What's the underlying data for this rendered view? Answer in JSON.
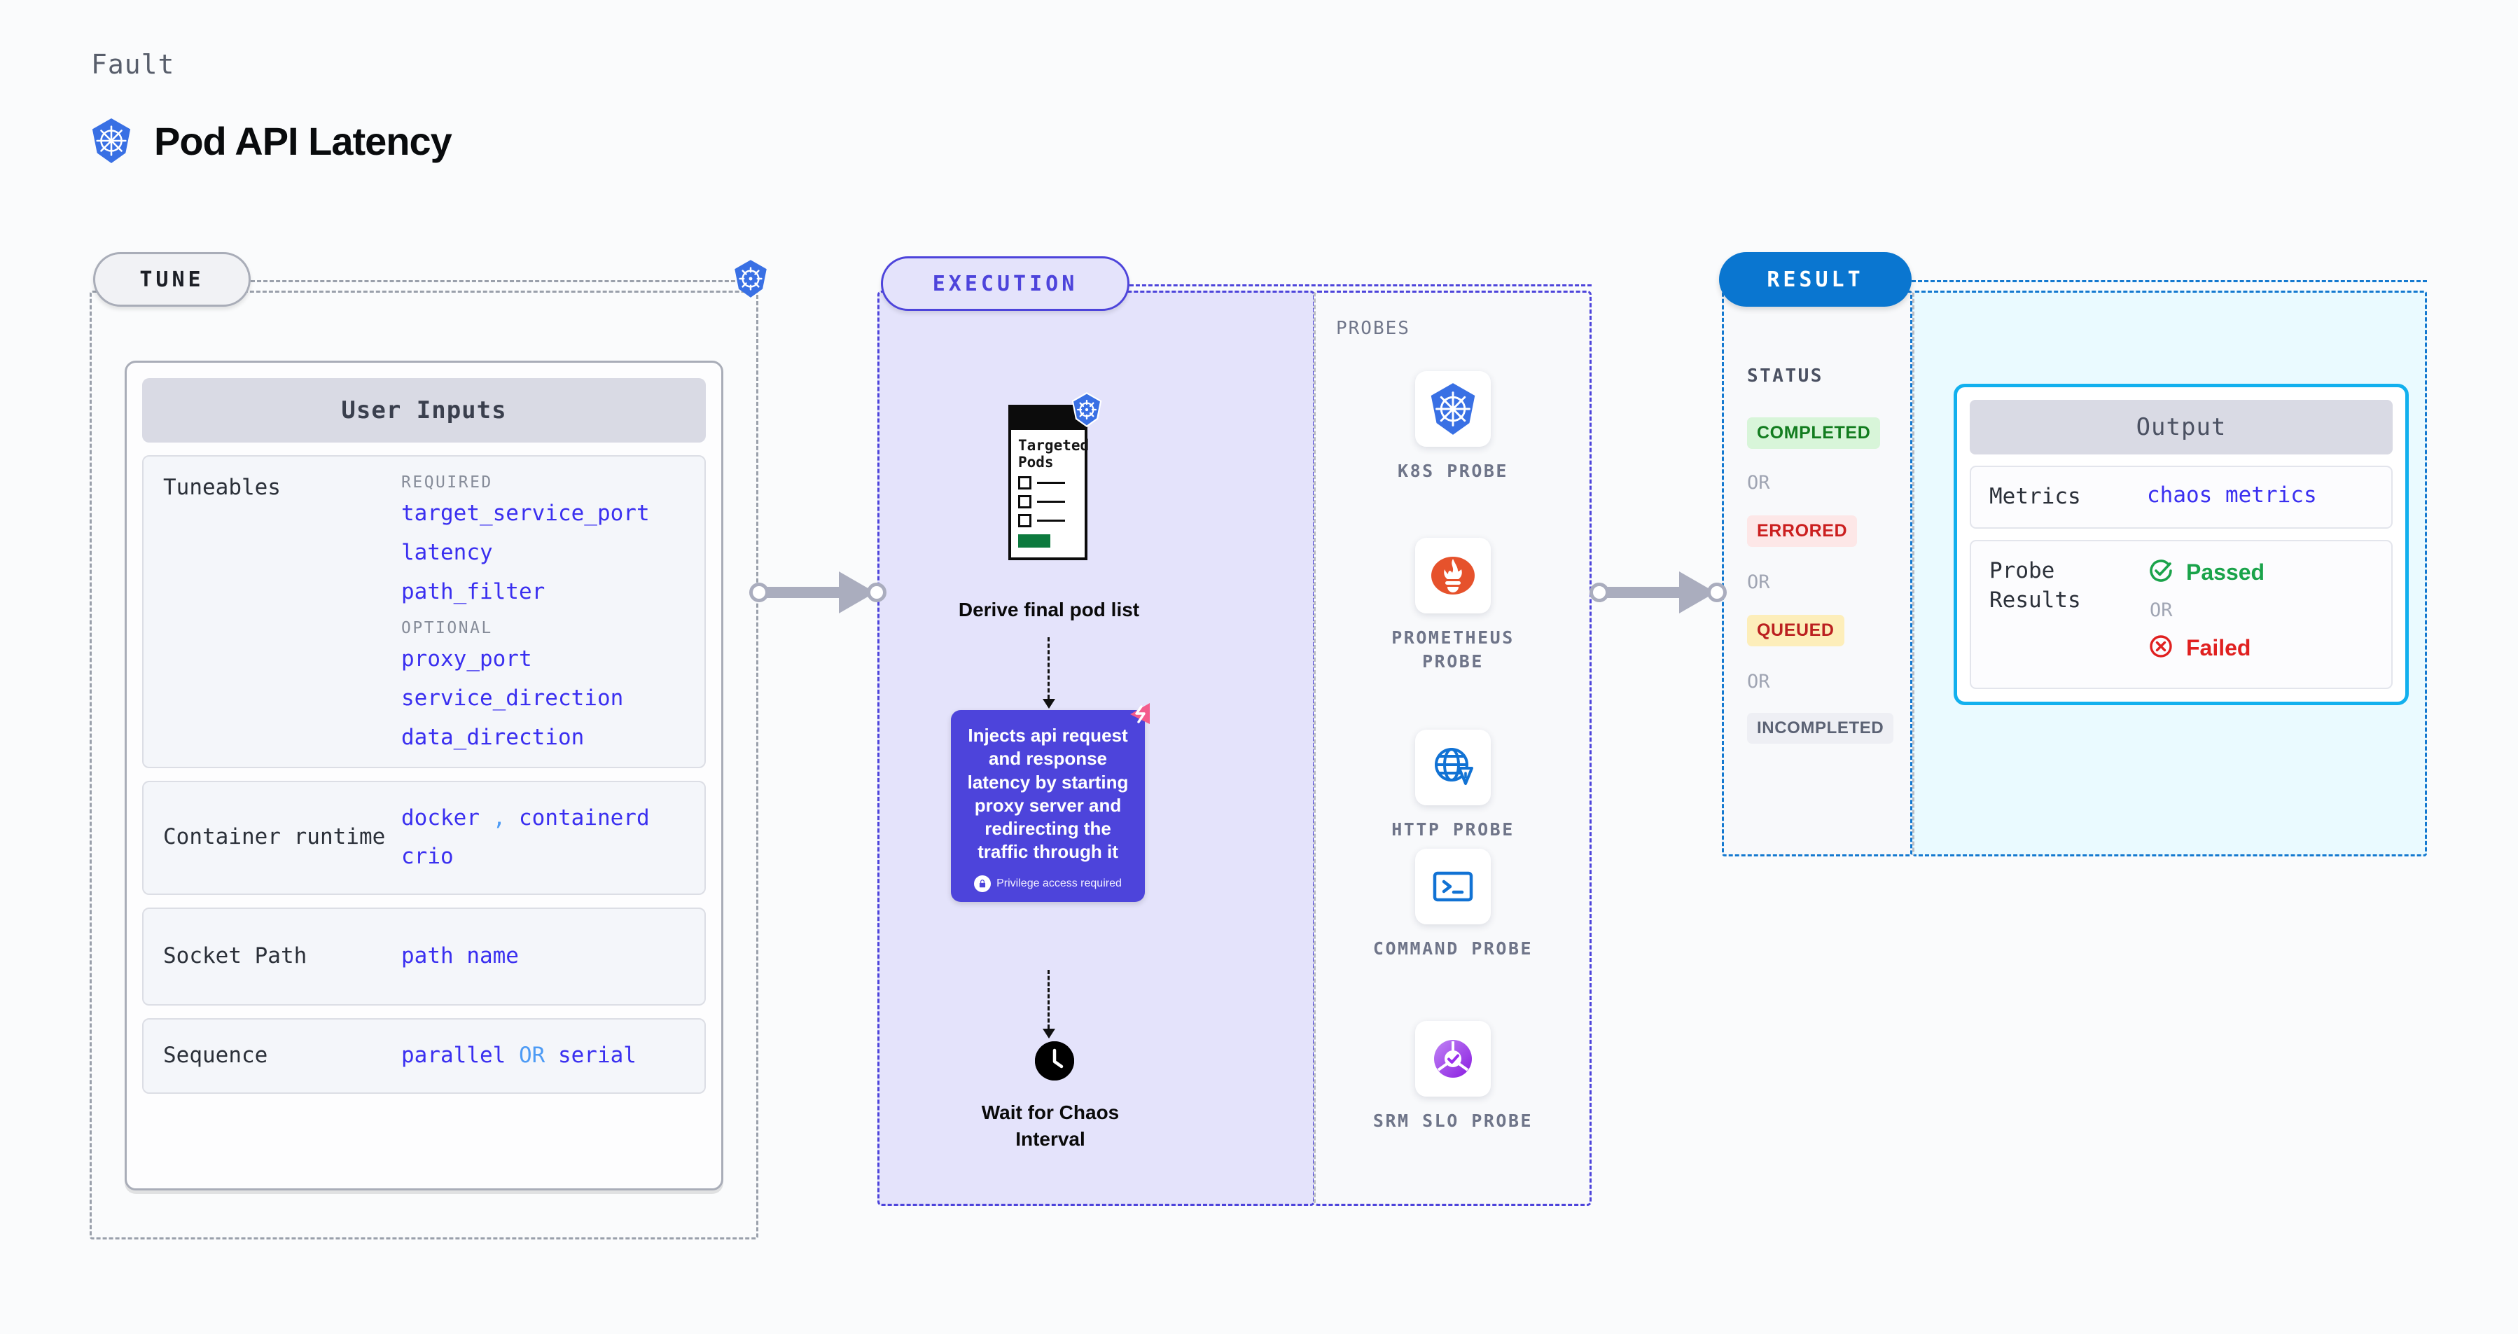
{
  "header": {
    "kicker": "Fault",
    "title": "Pod API Latency",
    "icon": "kubernetes-icon"
  },
  "colors": {
    "accent_purple": "#4d44db",
    "accent_blue": "#0a76d0",
    "cyan": "#12b0ee",
    "k8s_blue": "#3970e4",
    "code_purple": "#3a2ff0",
    "green": "#1aa34a",
    "red": "#e02020",
    "pink": "#f45c8c"
  },
  "sections": {
    "tune": {
      "pill": "TUNE"
    },
    "execution": {
      "pill": "EXECUTION"
    },
    "probes": {
      "title": "PROBES"
    },
    "result": {
      "pill": "RESULT"
    }
  },
  "tune": {
    "card_header": "User Inputs",
    "tuneables": {
      "label": "Tuneables",
      "required_kicker": "REQUIRED",
      "required": [
        "target_service_port",
        "latency",
        "path_filter"
      ],
      "optional_kicker": "OPTIONAL",
      "optional": [
        "proxy_port",
        "service_direction",
        "data_direction"
      ]
    },
    "container_runtime": {
      "label": "Container runtime",
      "values_line1": [
        "docker",
        "containerd"
      ],
      "separator": ",",
      "values_line2": [
        "crio"
      ]
    },
    "socket_path": {
      "label": "Socket Path",
      "value": "path name"
    },
    "sequence": {
      "label": "Sequence",
      "value_a": "parallel",
      "or": "OR",
      "value_b": "serial"
    }
  },
  "execution": {
    "pods_card": {
      "title_line1": "Targeted",
      "title_line2": "Pods",
      "badge_icon": "kubernetes-icon"
    },
    "derive_caption": "Derive final pod list",
    "inject": {
      "text": "Injects api request and response latency by starting proxy server and redirecting the traffic through it",
      "footnote": "Privilege access required",
      "lock_icon": "lock-icon",
      "corner_icon": "litmus-icon"
    },
    "wait": {
      "icon": "clock-icon",
      "caption_line1": "Wait for Chaos",
      "caption_line2": "Interval"
    }
  },
  "probes": [
    {
      "icon": "kubernetes-icon",
      "label": "K8S PROBE"
    },
    {
      "icon": "prometheus-icon",
      "label": "PROMETHEUS PROBE"
    },
    {
      "icon": "http-globe-icon",
      "label": "HTTP PROBE"
    },
    {
      "icon": "terminal-icon",
      "label": "COMMAND PROBE"
    },
    {
      "icon": "srm-slo-icon",
      "label": "SRM SLO PROBE"
    }
  ],
  "result": {
    "status_title": "STATUS",
    "or": "OR",
    "badges": [
      {
        "label": "COMPLETED",
        "bg": "#d8f5d9",
        "fg": "#127c1f"
      },
      {
        "label": "ERRORED",
        "bg": "#fde7e7",
        "fg": "#cb1f1f"
      },
      {
        "label": "QUEUED",
        "bg": "#fdeeba",
        "fg": "#bb2020"
      },
      {
        "label": "INCOMPLETED",
        "bg": "#eeeff4",
        "fg": "#5b6274"
      }
    ]
  },
  "output": {
    "header": "Output",
    "metrics": {
      "label": "Metrics",
      "value": "chaos metrics"
    },
    "probe_results": {
      "label": "Probe Results",
      "passed": "Passed",
      "or": "OR",
      "failed": "Failed",
      "passed_icon": "check-circle-icon",
      "failed_icon": "x-circle-icon"
    }
  }
}
